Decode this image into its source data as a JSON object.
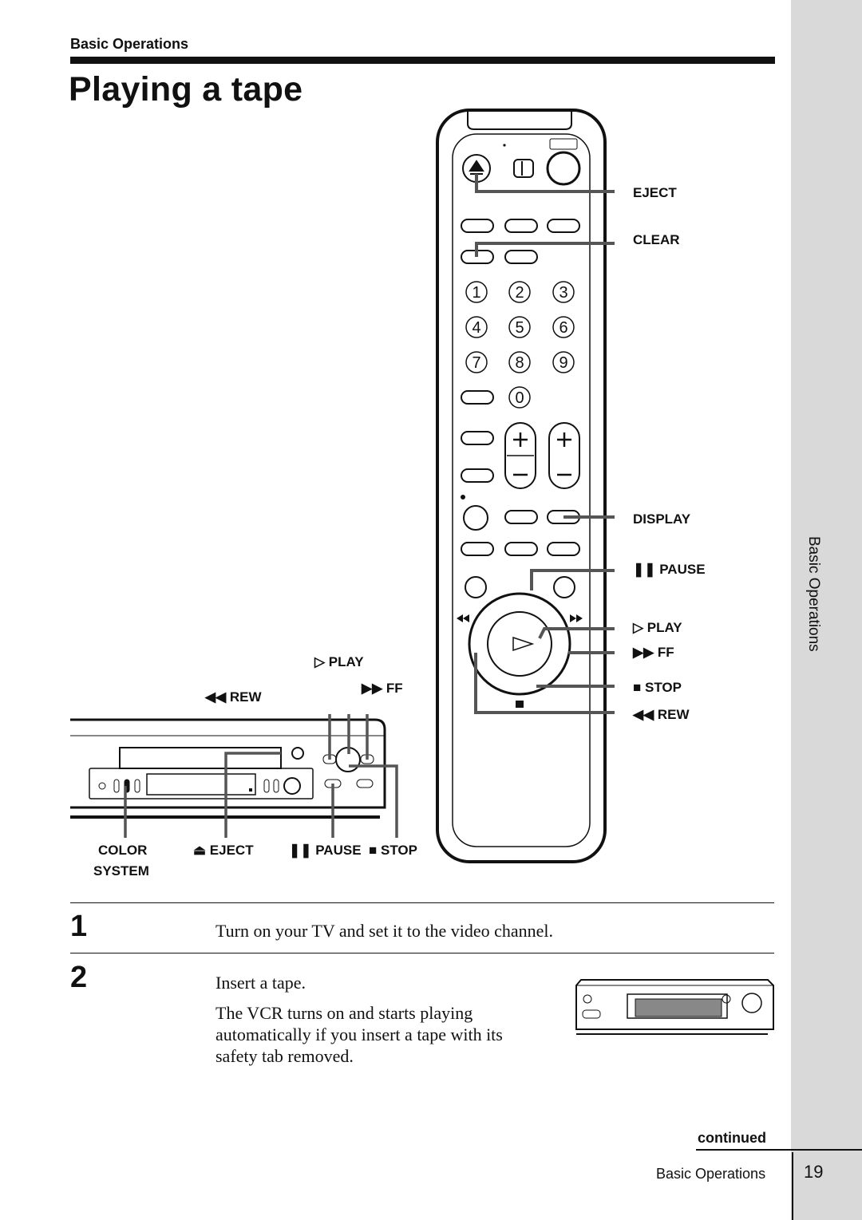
{
  "header": {
    "section": "Basic Operations"
  },
  "title": "Playing a tape",
  "side_tab": "Basic Operations",
  "remote_labels": {
    "eject": "EJECT",
    "clear": "CLEAR",
    "display": "DISPLAY",
    "pause": "PAUSE",
    "play": "PLAY",
    "ff": "FF",
    "stop": "STOP",
    "rew": "REW"
  },
  "remote_keys": [
    "1",
    "2",
    "3",
    "4",
    "5",
    "6",
    "7",
    "8",
    "9",
    "0"
  ],
  "vcr_labels": {
    "play": "PLAY",
    "ff": "FF",
    "rew": "REW",
    "color": "COLOR",
    "system": "SYSTEM",
    "eject": "EJECT",
    "pause": "PAUSE",
    "stop": "STOP"
  },
  "steps": [
    {
      "number": "1",
      "text": "Turn on your TV and set it to the video channel."
    },
    {
      "number": "2",
      "text": "Insert a tape.",
      "note_line1": "The VCR turns on and starts playing",
      "note_line2": "automatically if you insert a tape with its",
      "note_line3": "safety tab removed."
    }
  ],
  "footer": {
    "continued": "continued",
    "section": "Basic Operations",
    "page": "19"
  }
}
